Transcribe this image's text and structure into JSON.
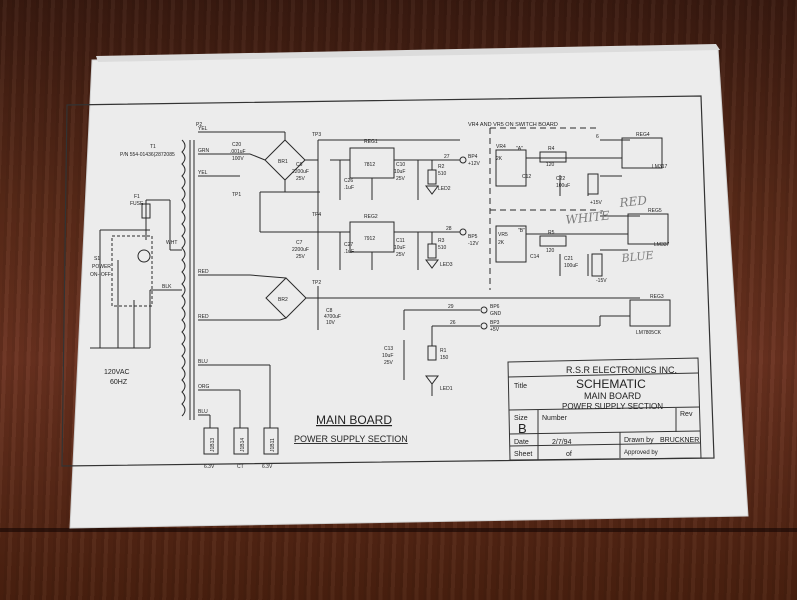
{
  "company": "R.S.R ELECTRONICS INC.",
  "title_block": {
    "title_label": "Title",
    "title_main": "SCHEMATIC",
    "title_sub1": "MAIN BOARD",
    "title_sub2": "POWER SUPPLY SECTION",
    "size_label": "Size",
    "size_value": "B",
    "number_label": "Number",
    "rev_label": "Rev",
    "date_label": "Date",
    "date_value": "2/7/94",
    "drawn_label": "Drawn by",
    "drawn_value": "BRUCKNER",
    "sheet_label": "Sheet",
    "of_label": "of",
    "approved_label": "Approved by"
  },
  "main_label": "MAIN BOARD",
  "section_label": "POWER SUPPLY SECTION",
  "note": "VR4 AND VR5 ON SWITCH BOARD",
  "handwriting": {
    "red": "RED",
    "white": "WHITE",
    "blue": "BLUE"
  },
  "components": {
    "t1": "T1",
    "t1_pn": "P/N 554-01436(2872085",
    "p2": "P2",
    "f1": "F1",
    "fuse": "FUSE",
    "s1": "S1",
    "power": "POWER",
    "onoff": "ON--OFF",
    "mains": "120VAC",
    "mains_hz": "60HZ",
    "wht": "WHT",
    "blk": "BLK",
    "yel1": "YEL",
    "grn": "GRN",
    "yel2": "YEL",
    "red1": "RED",
    "red2": "RED",
    "blu1": "BLU",
    "org": "ORG",
    "blu2": "BLU",
    "br1": "BR1",
    "br2": "BR2",
    "c20": "C20",
    "c20_val": ".001uF",
    "c20_v": "100V",
    "c6": "C6",
    "c6_val": "2200uF",
    "c6_v": "25V",
    "c7": "C7",
    "c7_val": "2200uF",
    "c7_v": "25V",
    "c8": "C8",
    "c8_val": "4700uF",
    "c8_v": "10V",
    "c26": "C26",
    "c26_val": ".1uF",
    "c27": "C27",
    "c27_val": ".1uF",
    "c10": "C10",
    "c10_val": "10uF",
    "c10_v": "25V",
    "c11": "C11",
    "c11_val": "10uF",
    "c11_v": "25V",
    "c13": "C13",
    "c13_val": "10uF",
    "c13_v": "25V",
    "reg1": "REG1",
    "reg1_part": "7812",
    "reg2": "REG2",
    "reg2_part": "7912",
    "reg3": "REG3",
    "reg3_part": "LM7805CK",
    "reg4": "REG4",
    "reg4_part": "LM317",
    "reg5": "REG5",
    "reg5_part": "LM337",
    "r2": "R2",
    "r2_val": "510",
    "r3": "R3",
    "r3_val": "510",
    "r1": "R1",
    "r1_val": "150",
    "r4": "R4",
    "r4_val": "120",
    "r5": "R5",
    "r5_val": "120",
    "led1": "LED1",
    "led2": "LED2",
    "led3": "LED3",
    "vr4": "VR4",
    "vr4_val": "2K",
    "vr5": "VR5",
    "vr5_val": "2K",
    "bp4": "BP4",
    "bp4_v": "+12V",
    "bp5": "BP5",
    "bp5_v": "-12V",
    "bp6": "BP6",
    "bp6_v": "GND",
    "bp3": "BP3",
    "bp3_v": "+5V",
    "tp1": "TP1",
    "tp2": "TP2",
    "tp3": "TP3",
    "tp4": "TP4",
    "plus15": "+15V",
    "minus15": "-15V",
    "c12": "C12",
    "c22": "C22",
    "c14": "C14",
    "c21": "C21",
    "c22_val": "100uF",
    "c21_val": "100uF",
    "ab_a": "\"A\"",
    "ab_b": "\"B\"",
    "n27": "27",
    "n28": "28",
    "n29": "29",
    "n26": "26",
    "n6": "6",
    "n7": "7",
    "jack1": "6.3V",
    "jack2": "CT",
    "jack3": "6.3V",
    "jp1": "J1B13",
    "jp2": "J1B14",
    "jp3": "J1B11"
  }
}
